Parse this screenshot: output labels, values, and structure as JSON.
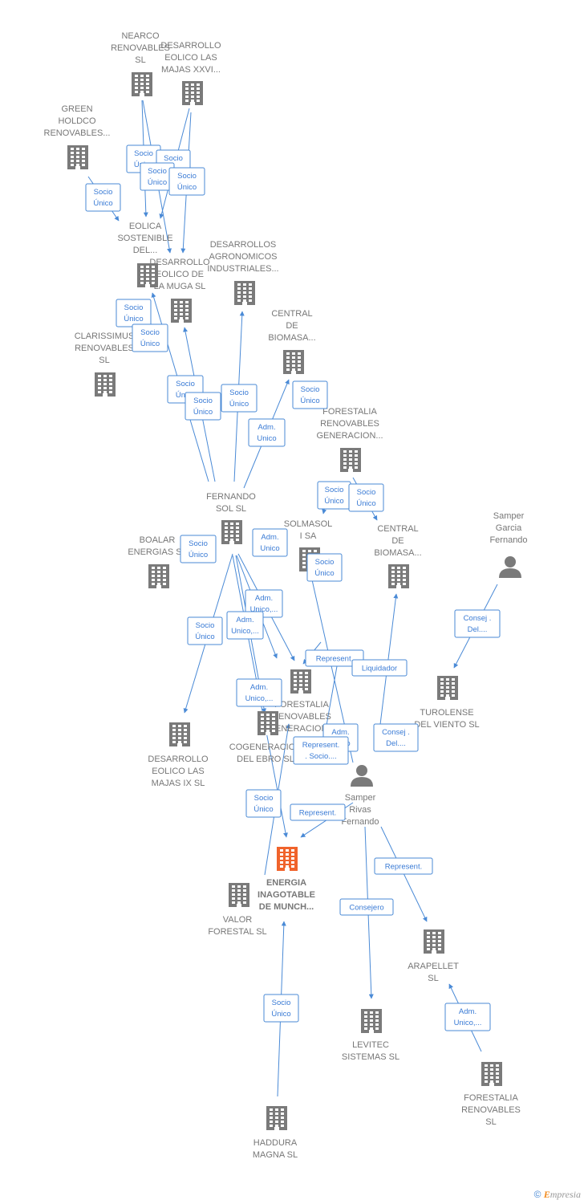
{
  "colors": {
    "node": "#7a7a7a",
    "main_node": "#f0632b",
    "edge": "#4a8ad6",
    "label": "#777777"
  },
  "nodes": [
    {
      "id": "nearco",
      "lines": [
        "NEARCO",
        "RENOVABLES",
        "SL"
      ],
      "icon": "building-icon"
    },
    {
      "id": "majas_xxvi",
      "lines": [
        "DESARROLLO",
        "EOLICO LAS",
        "MAJAS XXVI..."
      ],
      "icon": "building-icon"
    },
    {
      "id": "green",
      "lines": [
        "GREEN",
        "HOLDCO",
        "RENOVABLES..."
      ],
      "icon": "building-icon"
    },
    {
      "id": "eolica_sost",
      "lines": [
        "EOLICA",
        "SOSTENIBLE",
        "DEL..."
      ],
      "icon": "building-icon"
    },
    {
      "id": "la_muga",
      "lines": [
        "DESARROLLO",
        "EOLICO DE",
        "LA MUGA SL"
      ],
      "icon": "building-icon"
    },
    {
      "id": "agronomicos",
      "lines": [
        "DESARROLLOS",
        "AGRONOMICOS",
        "INDUSTRIALES..."
      ],
      "icon": "building-icon"
    },
    {
      "id": "clarissimus",
      "lines": [
        "CLARISSIMUS",
        "RENOVABLES",
        "SL"
      ],
      "icon": "building-icon"
    },
    {
      "id": "central1",
      "lines": [
        "CENTRAL",
        "DE",
        "BIOMASA..."
      ],
      "icon": "building-icon"
    },
    {
      "id": "forestalia_gen1",
      "lines": [
        "FORESTALIA",
        "RENOVABLES",
        "GENERACION..."
      ],
      "icon": "building-icon"
    },
    {
      "id": "fernando_sol",
      "lines": [
        "FERNANDO",
        "SOL SL"
      ],
      "icon": "building-icon"
    },
    {
      "id": "boalar",
      "lines": [
        "BOALAR",
        "ENERGIAS SL"
      ],
      "icon": "building-icon"
    },
    {
      "id": "solmasol",
      "lines": [
        "SOLMASOL",
        "I SA"
      ],
      "icon": "building-icon"
    },
    {
      "id": "central2",
      "lines": [
        "CENTRAL",
        "DE",
        "BIOMASA..."
      ],
      "icon": "building-icon"
    },
    {
      "id": "samper_garcia",
      "lines": [
        "Samper",
        "Garcia",
        "Fernando"
      ],
      "icon": "person-icon"
    },
    {
      "id": "forestalia_gen2",
      "lines": [
        "FORESTALIA",
        "RENOVABLES",
        "GENERACION..."
      ],
      "icon": "building-icon"
    },
    {
      "id": "turolense",
      "lines": [
        "TUROLENSE",
        "DEL VIENTO SL"
      ],
      "icon": "building-icon"
    },
    {
      "id": "majas_ix",
      "lines": [
        "DESARROLLO",
        "EOLICO LAS",
        "MAJAS IX SL"
      ],
      "icon": "building-icon"
    },
    {
      "id": "cogeneracion",
      "lines": [
        "COGENERACION",
        "DEL EBRO SL"
      ],
      "icon": "building-icon"
    },
    {
      "id": "samper_rivas",
      "lines": [
        "Samper",
        "Rivas",
        "Fernando"
      ],
      "icon": "person-icon"
    },
    {
      "id": "energia",
      "lines": [
        "ENERGIA",
        "INAGOTABLE",
        "DE MUNCH..."
      ],
      "icon": "building-icon",
      "main": true
    },
    {
      "id": "valor",
      "lines": [
        "VALOR",
        "FORESTAL SL"
      ],
      "icon": "building-icon"
    },
    {
      "id": "arapellet",
      "lines": [
        "ARAPELLET",
        "SL"
      ],
      "icon": "building-icon"
    },
    {
      "id": "levitec",
      "lines": [
        "LEVITEC",
        "SISTEMAS SL"
      ],
      "icon": "building-icon"
    },
    {
      "id": "forestalia_sl",
      "lines": [
        "FORESTALIA",
        "RENOVABLES",
        "SL"
      ],
      "icon": "building-icon"
    },
    {
      "id": "haddura",
      "lines": [
        "HADDURA",
        "MAGNA SL"
      ],
      "icon": "building-icon"
    }
  ],
  "edge_labels": [
    [
      "Socio",
      "Único"
    ],
    [
      "Socio",
      "Único"
    ],
    [
      "Socio",
      "Único"
    ],
    [
      "Socio",
      "Único"
    ],
    [
      "Socio",
      "Único"
    ],
    [
      "Socio",
      "Único"
    ],
    [
      "Socio",
      "Único"
    ],
    [
      "Socio",
      "Único"
    ],
    [
      "Socio",
      "Único"
    ],
    [
      "Socio",
      "Único"
    ],
    [
      "Adm.",
      "Unico"
    ],
    [
      "Socio",
      "Único"
    ],
    [
      "Socio",
      "Único"
    ],
    [
      "Socio",
      "Único"
    ],
    [
      "Socio",
      "Único"
    ],
    [
      "Adm.",
      "Unico"
    ],
    [
      "Socio",
      "Único"
    ],
    [
      "Adm.",
      "Unico,..."
    ],
    [
      "Adm.",
      "Unico,..."
    ],
    [
      "Socio",
      "Único"
    ],
    [
      "Consej .",
      "Del...."
    ],
    [
      "Represent."
    ],
    [
      "Liquidador"
    ],
    [
      "Adm.",
      "Unico,..."
    ],
    [
      "Adm.",
      "Unico"
    ],
    [
      "Consej .",
      "Del...."
    ],
    [
      "Represent.",
      ". Socio...."
    ],
    [
      "Socio",
      "Único"
    ],
    [
      "Represent."
    ],
    [
      "Represent."
    ],
    [
      "Consejero"
    ],
    [
      "Socio",
      "Único"
    ],
    [
      "Adm.",
      "Unico,..."
    ]
  ],
  "footer": {
    "copyright": "©",
    "brand_first": "E",
    "brand_rest": "mpresia"
  }
}
